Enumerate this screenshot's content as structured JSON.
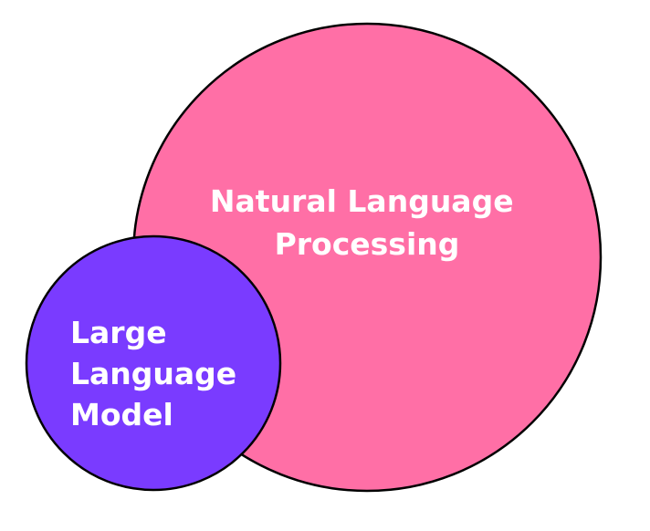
{
  "colors": {
    "background": "#ffffff",
    "nlp_fill": "#ff6fa6",
    "llm_fill": "#7a3bff",
    "outline": "#000000",
    "label": "#ffffff"
  },
  "circles": {
    "nlp": {
      "label_lines": [
        "Natural Language",
        "Processing"
      ]
    },
    "llm": {
      "label_lines": [
        "Large",
        "Language",
        "Model"
      ]
    }
  }
}
